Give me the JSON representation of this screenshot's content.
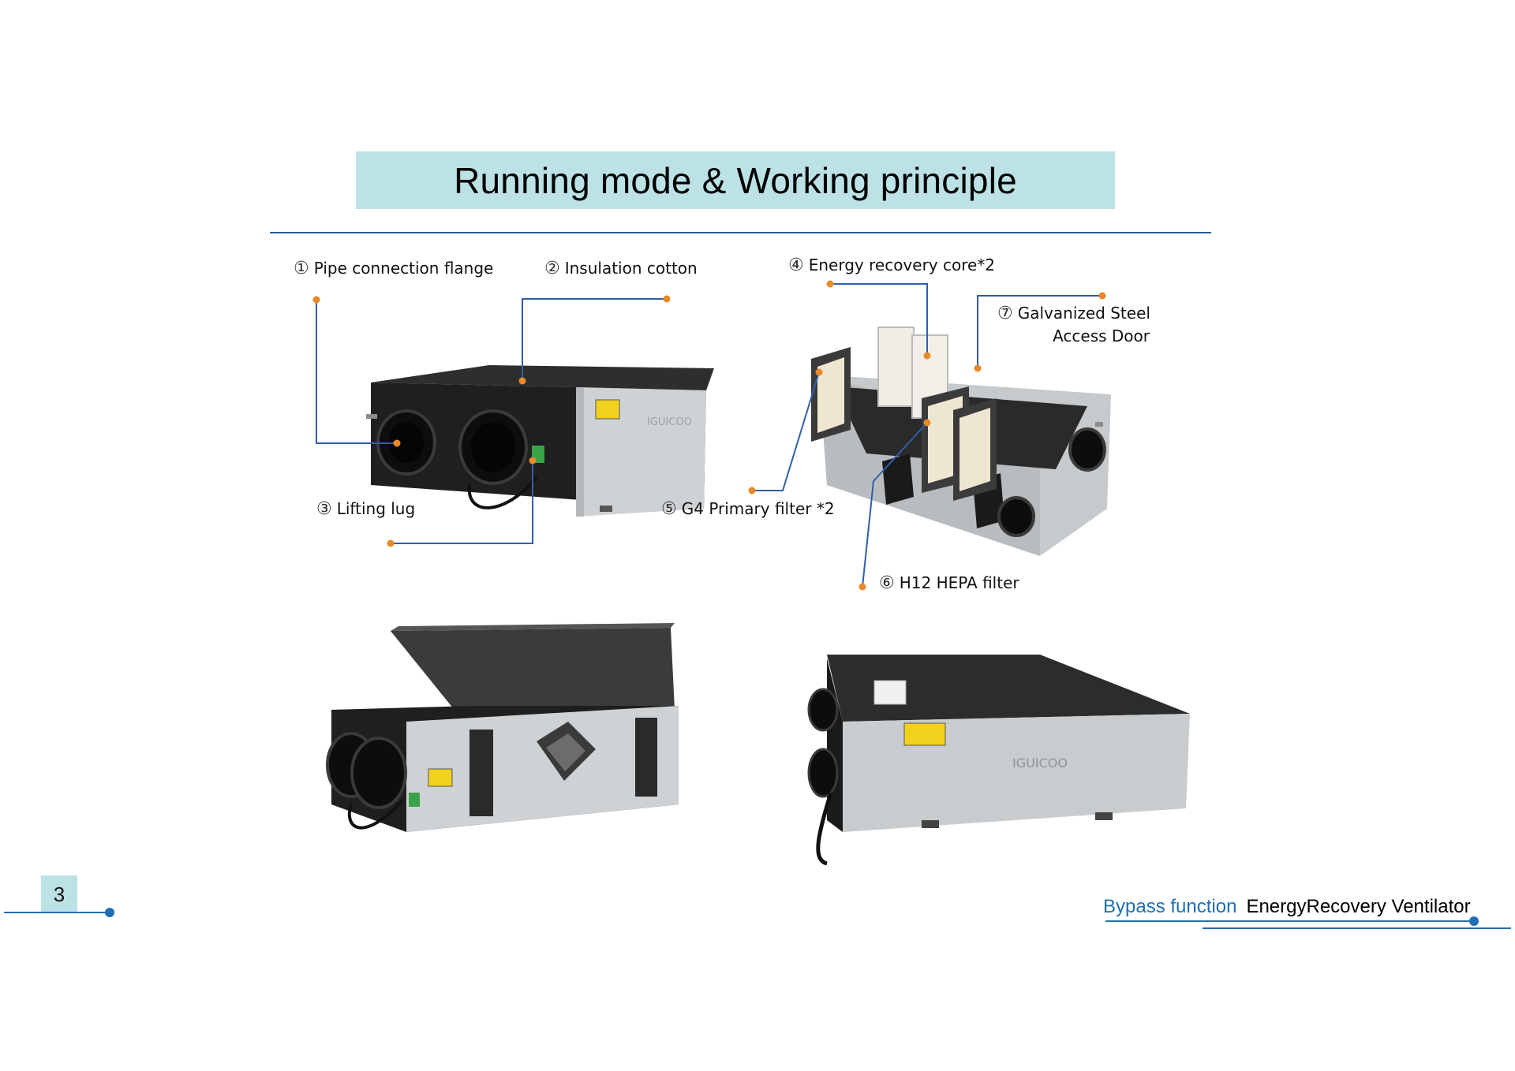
{
  "header": {
    "title": "Running mode & Working principle"
  },
  "callouts": {
    "c1": {
      "num": "①",
      "label": "Pipe connection flange"
    },
    "c2": {
      "num": "②",
      "label": "Insulation cotton"
    },
    "c3": {
      "num": "③",
      "label": "Lifting lug"
    },
    "c4": {
      "num": "④",
      "label": "Energy recovery core*2"
    },
    "c5": {
      "num": "⑤",
      "label": "G4 Primary filter *2"
    },
    "c6": {
      "num": "⑥",
      "label": "H12 HEPA filter"
    },
    "c7": {
      "num": "⑦",
      "label_line1": "Galvanized Steel",
      "label_line2": "Access Door"
    }
  },
  "product": {
    "brand_mark": "IGUICOO"
  },
  "footer": {
    "page_number": "3",
    "accent_text": "Bypass function",
    "main_text": "EnergyRecovery Ventilator"
  },
  "colors": {
    "banner": "#bde2e6",
    "rule": "#2e5b9a",
    "leader_line": "#2f5fa8",
    "leader_dot": "#e8892a",
    "footer_accent": "#1f6fb2"
  }
}
